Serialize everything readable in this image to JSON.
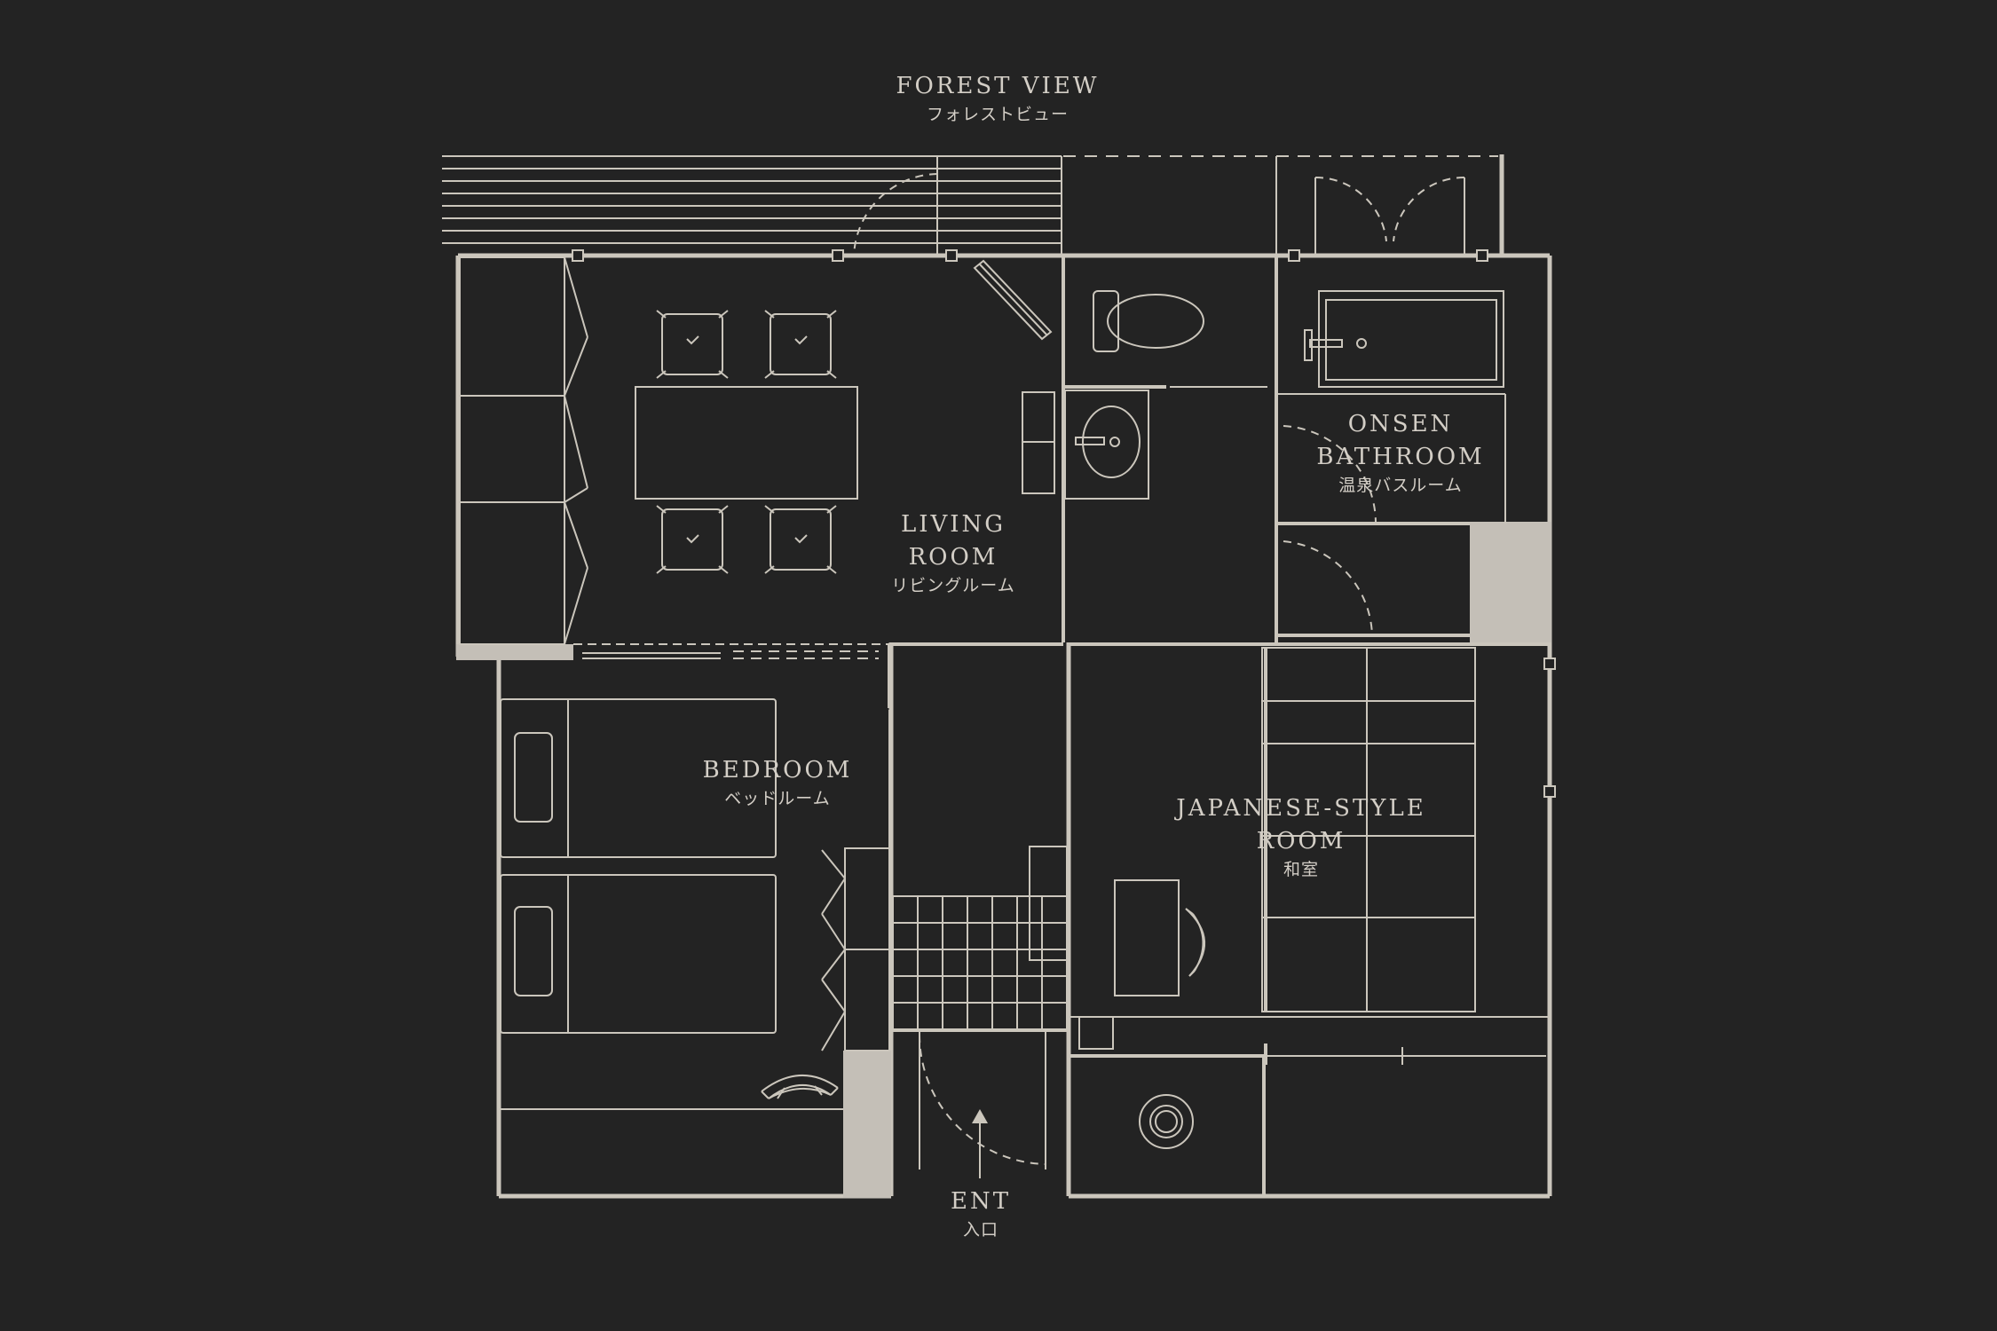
{
  "colors": {
    "background": "#232323",
    "line": "#cbc6bc",
    "solid_wall": "#c4bfb7",
    "text": "#d3cec6"
  },
  "labels": {
    "view": {
      "en": "FOREST VIEW",
      "jp": "フォレストビュー"
    },
    "living": {
      "en1": "LIVING",
      "en2": "ROOM",
      "jp": "リビングルーム"
    },
    "onsen": {
      "en1": "ONSEN",
      "en2": "BATHROOM",
      "jp": "温泉バスルーム"
    },
    "bedroom": {
      "en": "BEDROOM",
      "jp": "ベッドルーム"
    },
    "japanese": {
      "en1": "JAPANESE-STYLE",
      "en2": "ROOM",
      "jp": "和室"
    },
    "entrance": {
      "en": "ENT",
      "jp": "入口"
    }
  },
  "icons": [
    "entrance-arrow-icon",
    "toilet-icon",
    "sink-icon",
    "bathtub-icon",
    "round-bin-icon"
  ]
}
